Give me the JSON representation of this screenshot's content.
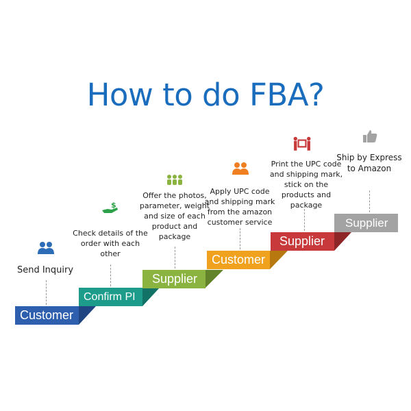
{
  "title": "How to do FBA?",
  "steps": [
    {
      "block_label": "Customer",
      "description": "Send Inquiry",
      "icon": "people-icon",
      "color": "#2d5fae",
      "shadow": "#1f4683"
    },
    {
      "block_label": "Confirm PI",
      "description": "Check details of the order with each other",
      "icon": "money-hand-icon",
      "color": "#1d9c8c",
      "shadow": "#137266"
    },
    {
      "block_label": "Supplier",
      "description": "Offer the photos, parameter, weight and size of each product and package",
      "icon": "group-icon",
      "color": "#8ab43f",
      "shadow": "#62832a"
    },
    {
      "block_label": "Customer",
      "description": "Apply UPC code and shipping mark from the amazon customer service",
      "icon": "people-icon",
      "color": "#f0a11e",
      "shadow": "#b77810"
    },
    {
      "block_label": "Supplier",
      "description": "Print the UPC code and shipping mark, stick on the products and package",
      "icon": "carry-box-icon",
      "color": "#c7393a",
      "shadow": "#8e2526"
    },
    {
      "block_label": "Supplier",
      "description": "Ship by Express to Amazon",
      "icon": "thumbs-up-icon",
      "color": "#a3a3a3",
      "shadow": "#7a7a7a"
    }
  ]
}
